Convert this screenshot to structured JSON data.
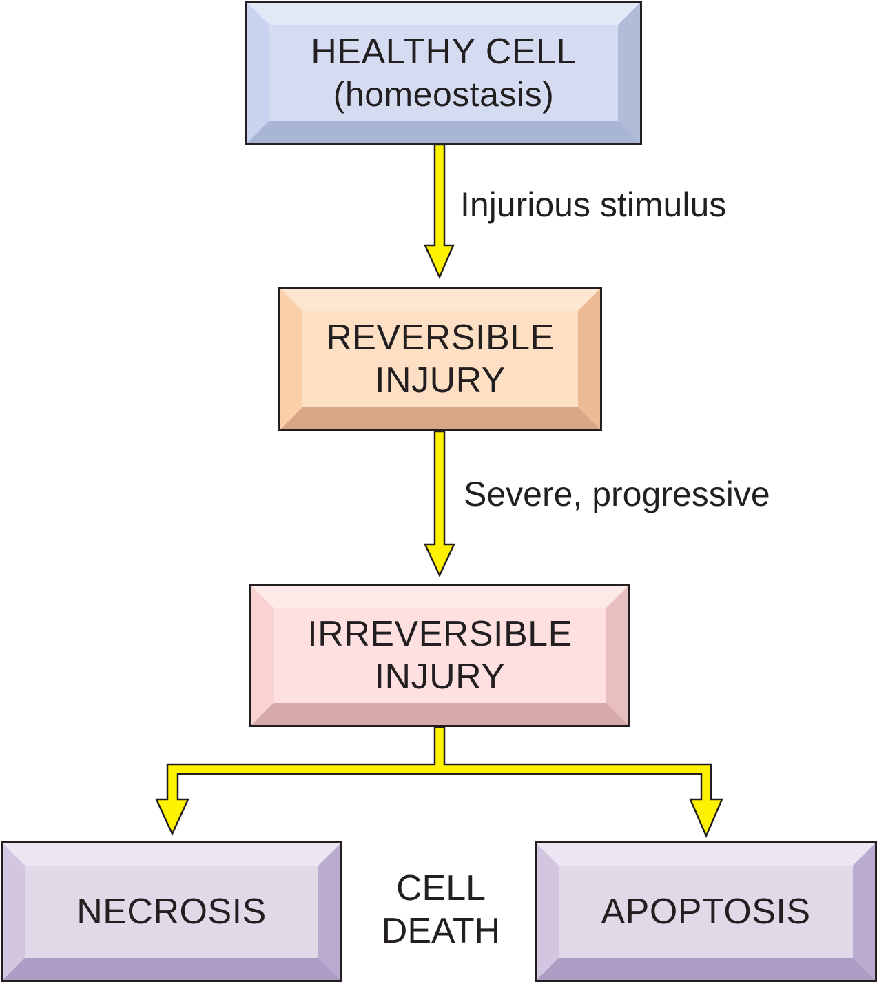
{
  "nodes": {
    "healthy": {
      "line1": "HEALTHY CELL",
      "line2": "(homeostasis)"
    },
    "reversible": {
      "line1": "REVERSIBLE",
      "line2": "INJURY"
    },
    "irreversible": {
      "line1": "IRREVERSIBLE",
      "line2": "INJURY"
    },
    "necrosis": {
      "label": "NECROSIS"
    },
    "apoptosis": {
      "label": "APOPTOSIS"
    }
  },
  "edges": {
    "healthy_to_reversible": "Injurious stimulus",
    "reversible_to_irreversible": "Severe, progressive"
  },
  "outcome_group": {
    "line1": "CELL",
    "line2": "DEATH"
  },
  "colors": {
    "healthy_fill": "#d5dcf2",
    "reversible_fill": "#fde0c4",
    "irreversible_fill": "#fde0df",
    "death_fill": "#e1d8e8",
    "arrow_fill": "#fff200",
    "outline": "#231f20"
  }
}
